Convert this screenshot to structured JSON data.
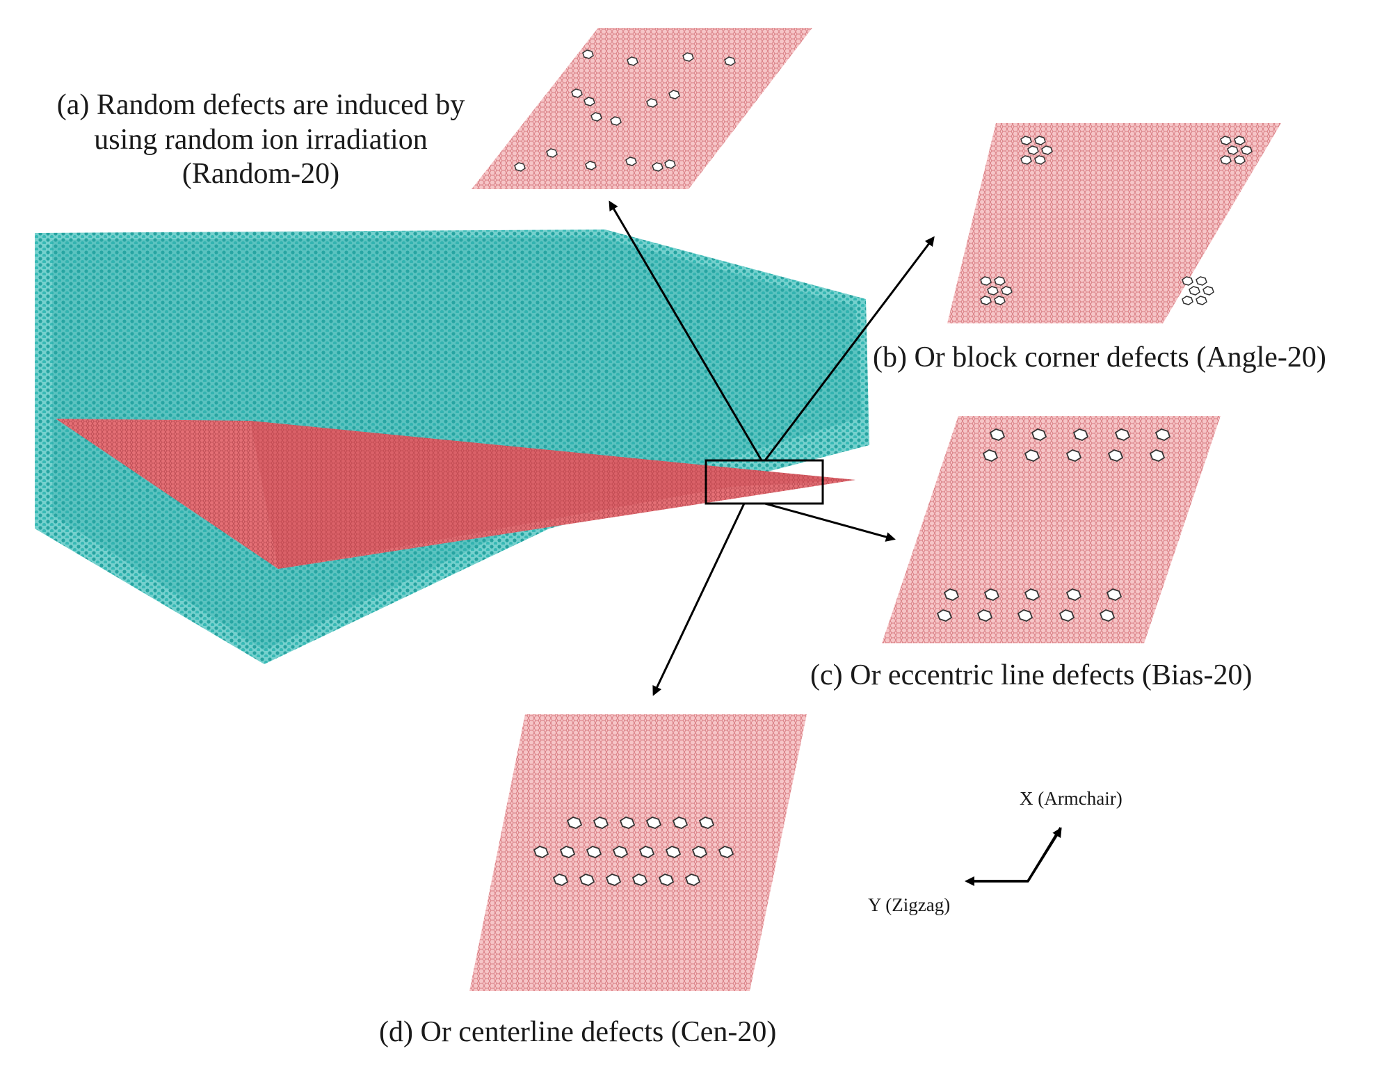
{
  "labels": {
    "a_line1": "(a) Random defects are induced by",
    "a_line2": "using random ion irradiation",
    "a_line3": "(Random-20)",
    "b": "(b) Or block corner defects (Angle-20)",
    "c": "(c) Or eccentric line defects (Bias-20)",
    "d": "(d) Or centerline defects (Cen-20)",
    "axis_x": "X (Armchair)",
    "axis_y": "Y (Zigzag)"
  },
  "colors": {
    "sheet_pink": "#f2b8bb",
    "sheet_line": "#d9777e",
    "graphene_red": "#e06a70",
    "matrix_cyan": "#2fb3b0",
    "matrix_cyan_light": "#7fd6d2",
    "arrow": "#000000",
    "defect_fill": "#ffffff"
  }
}
